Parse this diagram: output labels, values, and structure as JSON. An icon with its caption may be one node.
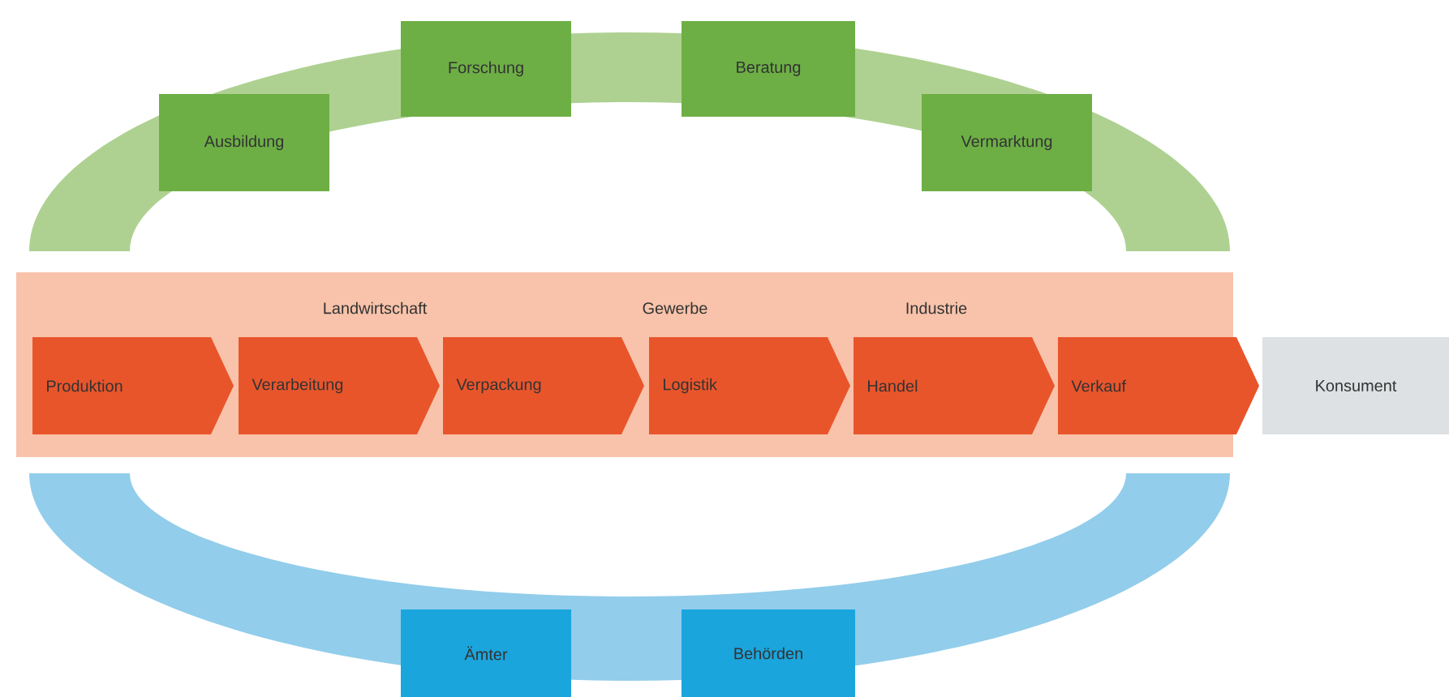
{
  "diagram": {
    "nodes": [
      {
        "text": [
          "Ausbildung"
        ]
      },
      {
        "text": [
          "Forschung"
        ]
      },
      {
        "text": [
          "Beratung"
        ]
      },
      {
        "text": [
          "Vermarktung"
        ]
      },
      {
        "text": [
          "Landwirtschaft",
          "Gewerbe",
          "Industrie"
        ]
      },
      {
        "text": [
          "Produktion"
        ],
        "in": 4
      },
      {
        "text": [
          "Verarbeitung"
        ],
        "in": 4
      },
      {
        "text": [
          "Verpackung"
        ],
        "in": 4
      },
      {
        "text": [
          "Logistik"
        ],
        "in": 4
      },
      {
        "text": [
          "Handel"
        ],
        "in": 4
      },
      {
        "text": [
          "Verkauf"
        ],
        "in": 4
      },
      {
        "text": [
          "Konsument"
        ]
      },
      {
        "text": [
          "Ämter"
        ]
      },
      {
        "text": [
          "Behörden"
        ]
      }
    ]
  }
}
